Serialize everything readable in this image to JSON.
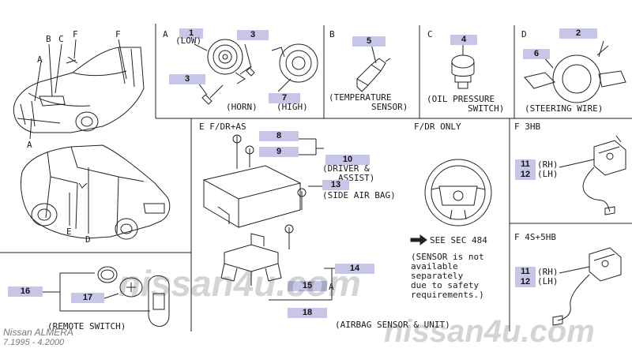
{
  "colors": {
    "callout_bg": "#c7c6e6",
    "line": "#222222",
    "watermark": "#555555"
  },
  "car_labels": {
    "a_top": "A",
    "b": "B",
    "c": "C",
    "f_left": "F",
    "f_right": "F",
    "a_bottom": "A",
    "e": "E",
    "d": "D"
  },
  "sections": {
    "a": {
      "letter": "A",
      "low_label": "(LOW)",
      "horn_label": "(HORN)",
      "high_label": "(HIGH)"
    },
    "b": {
      "letter": "B",
      "label_line1": "(TEMPERATURE",
      "label_line2": "SENSOR)"
    },
    "c": {
      "letter": "C",
      "label_line1": "(OIL PRESSURE",
      "label_line2": "SWITCH)"
    },
    "d": {
      "letter": "D",
      "label": "(STEERING WIRE)"
    },
    "e": {
      "heading": "E F/DR+AS",
      "fdr_only": "F/DR ONLY",
      "driver_line1": "(DRIVER &",
      "driver_line2": "ASSIST)",
      "side_airbag": "(SIDE AIR BAG)",
      "see_sec": "SEE SEC 484",
      "note_lines": [
        "(SENSOR is not",
        "available",
        "separately",
        "due to safety",
        "requirements.)"
      ],
      "letter_a": "A",
      "caption": "(AIRBAG SENSOR & UNIT)"
    },
    "f3": {
      "heading": "F 3HB",
      "rh": "(RH)",
      "lh": "(LH)"
    },
    "f4": {
      "heading": "F 4S+5HB",
      "rh": "(RH)",
      "lh": "(LH)"
    },
    "remote": {
      "caption": "(REMOTE SWITCH)"
    }
  },
  "callouts": {
    "c1": "1",
    "c2": "2",
    "c3a": "3",
    "c3b": "3",
    "c4": "4",
    "c5": "5",
    "c6": "6",
    "c7": "7",
    "c8": "8",
    "c9": "9",
    "c10": "10",
    "c11a": "11",
    "c11b": "11",
    "c12a": "12",
    "c12b": "12",
    "c13": "13",
    "c14": "14",
    "c15": "15",
    "c16": "16",
    "c17": "17",
    "c18": "18"
  },
  "footer": {
    "model": "Nissan  ALMERA",
    "dates": "7.1995 - 4.2000"
  },
  "watermark": {
    "center": "nissan4u.com",
    "corner": "nissan4u.com"
  }
}
